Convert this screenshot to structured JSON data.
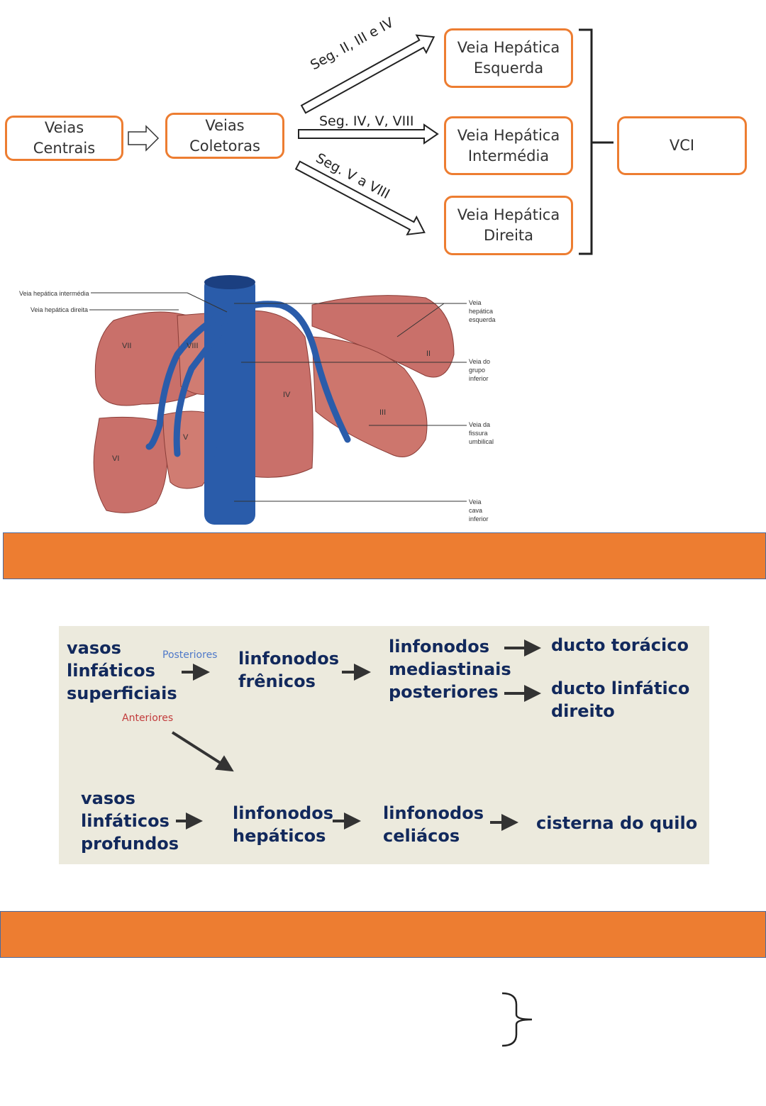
{
  "flow": {
    "veias_centrais": "Veias\nCentrais",
    "veias_coletoras": "Veias\nColetoras",
    "hep_esquerda": "Veia Hepática\nEsquerda",
    "hep_intermedia": "Veia Hepática\nIntermédia",
    "hep_direita": "Veia Hepática\nDireita",
    "vci": "VCI",
    "seg_upper": "Seg. II, III e IV",
    "seg_middle": "Seg. IV, V, VIII",
    "seg_lower": "Seg. V a VIII"
  },
  "anatomy": {
    "left_labels": [
      "Veia hepática intermédia",
      "Veia hepática direita"
    ],
    "right_labels": [
      "Veia\nhepática\nesquerda",
      "Veia do\ngrupo\ninferior",
      "Veia da\nfissura\numbilical",
      "Veia\ncava\ninferior"
    ],
    "segments": [
      "VII",
      "VIII",
      "II",
      "IV",
      "III",
      "V",
      "VI"
    ]
  },
  "lymph": {
    "vasos_superficiais": "vasos\nlinfáticos\nsuperficiais",
    "posteriores": "Posteriores",
    "linfonodos_frenicos": "linfonodos\nfrênicos",
    "linfonodos_mediastinais": "linfonodos\nmediastinais\nposteriores",
    "ducto_toracico": "ducto torácico",
    "ducto_linfatico": "ducto linfático\ndireito",
    "anteriores": "Anteriores",
    "vasos_profundos": "vasos\nlinfáticos\nprofundos",
    "linfonodos_hepaticos": "linfonodos\nhepáticos",
    "linfonodos_celiacos": "linfonodos\nceliácos",
    "cisterna": "cisterna do quilo"
  },
  "colors": {
    "accent": "#ED7D31",
    "lymph_text": "#12295c",
    "vein": "#2a5caa",
    "liver": "#c9706a"
  }
}
